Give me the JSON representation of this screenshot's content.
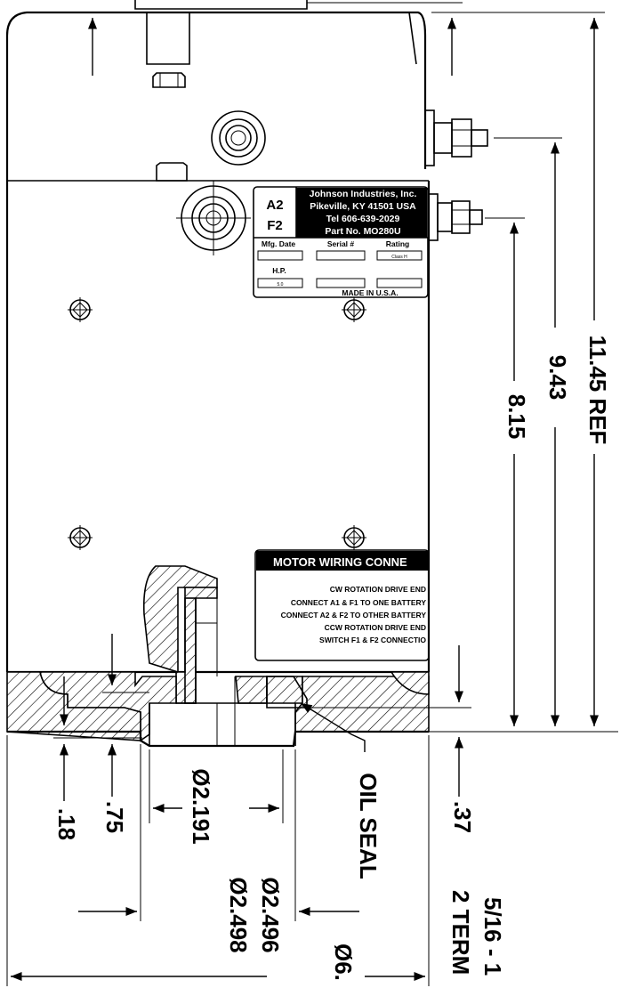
{
  "nameplate": {
    "terminal_top": "A2",
    "terminal_bottom": "F2",
    "company": "Johnson Industries, Inc.",
    "address": "Pikeville, KY 41501 USA",
    "phone": "Tel 606-639-2029",
    "part": "Part No. MO280U",
    "field_mfg_date": "Mfg. Date",
    "field_serial": "Serial #",
    "field_rating": "Rating",
    "rating_value": "Class H",
    "field_hp": "H.P.",
    "hp_value": "5.0",
    "made_in": "MADE IN U.S.A."
  },
  "wiring_label": {
    "title": "MOTOR WIRING CONNE",
    "lines": [
      "CW ROTATION DRIVE END",
      "CONNECT A1 & F1 TO ONE BATTERY",
      "CONNECT A2 & F2 TO OTHER BATTERY",
      "CCW ROTATION DRIVE END",
      "SWITCH F1 & F2 CONNECTIO"
    ]
  },
  "dimensions": {
    "overall": "11.45 REF",
    "upper_terminal": "9.43",
    "lower_terminal": "8.15",
    "flange_offset": ".37",
    "pilot_depth": ".18",
    "recess_depth": ".75",
    "seal_bore": "Ø2.191",
    "pilot_min": "Ø2.496",
    "pilot_max": "Ø2.498",
    "flange_dia": "Ø6.",
    "oil_seal": "OIL SEAL",
    "thread_note": "5/16 - 1",
    "terminal_note": "2 TERM"
  }
}
